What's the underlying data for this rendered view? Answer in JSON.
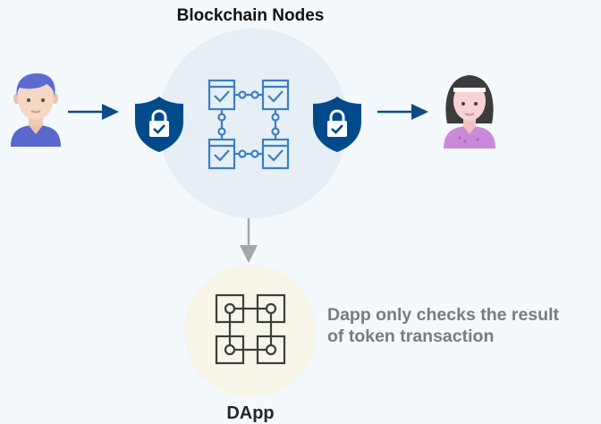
{
  "diagram": {
    "title": "Blockchain Nodes",
    "note_line1": "Dapp only checks the result",
    "note_line2": "of token transaction",
    "dapp_label": "DApp"
  },
  "colors": {
    "background": "#f3f9fd",
    "node_circle": "#e5eff5",
    "dapp_circle": "#f8f5e9",
    "shield": "#004a8c",
    "arrow": "#0d4b85",
    "down_arrow": "#a7a7a7",
    "chain_icon": "#3b7fc4",
    "dapp_icon": "#3d3d3d"
  },
  "icons": {
    "left_user": "man-avatar-icon",
    "right_user": "woman-avatar-icon",
    "shields": "shield-lock-icon",
    "blockchain": "blockchain-ledger-icon",
    "dapp": "dapp-blocks-icon"
  }
}
